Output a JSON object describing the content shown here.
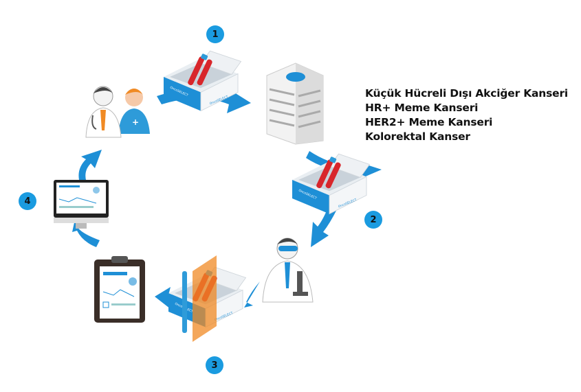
{
  "steps": [
    "1",
    "2",
    "3",
    "4"
  ],
  "cancer_types": [
    "Küçük Hücreli Dışı Akciğer Kanseri",
    "HR+ Meme Kanseri",
    "HER2+ Meme Kanseri",
    "Kolorektal Kanser"
  ],
  "box_logo": "OncoSELECT",
  "colors": {
    "accent": "#1a9be0",
    "arrow": "#1e8fd6",
    "orange": "#f08a24",
    "dark": "#2b2b2b"
  }
}
